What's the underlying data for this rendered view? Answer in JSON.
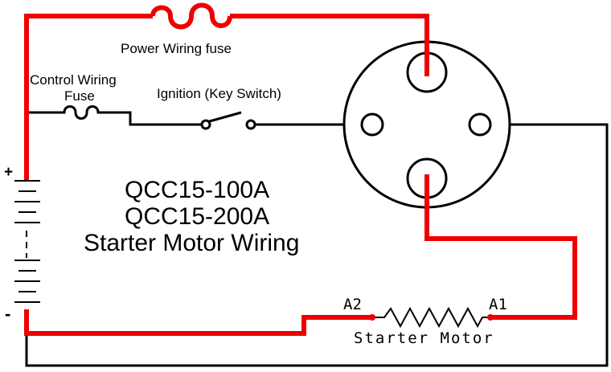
{
  "labels": {
    "power_fuse": "Power Wiring fuse",
    "control_fuse_line1": "Control Wiring",
    "control_fuse_line2": "Fuse",
    "ignition": "Ignition (Key Switch)",
    "plus": "+",
    "minus": "-",
    "model1": "QCC15-100A",
    "model2": "QCC15-200A",
    "title": "Starter Motor Wiring",
    "a2": "A2",
    "a1": "A1",
    "motor": "Starter Motor"
  },
  "colors": {
    "power_wire": "#ee0000",
    "control_wire": "#000000",
    "background": "#ffffff"
  }
}
